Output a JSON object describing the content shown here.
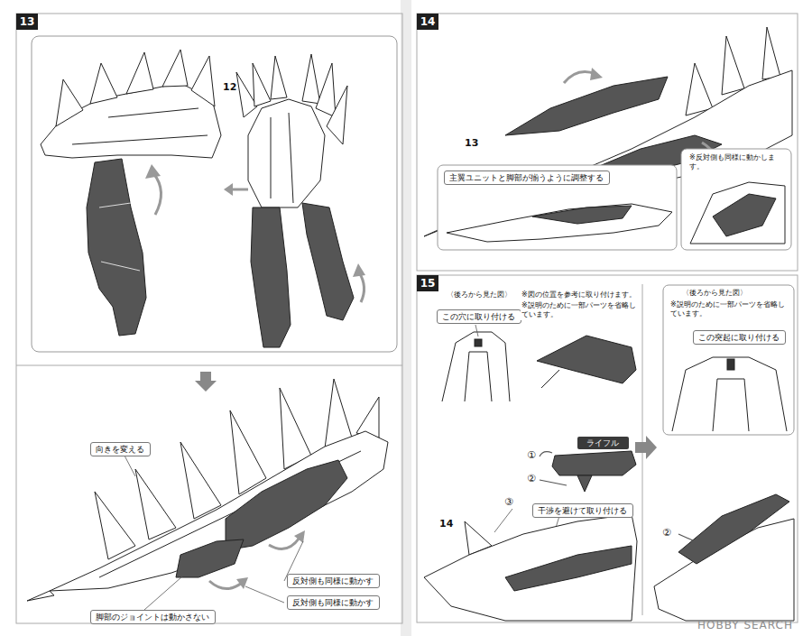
{
  "diagram": {
    "nodes": [
      {
        "text": [
          "13"
        ]
      },
      {
        "text": [
          "向きを変える"
        ]
      },
      {
        "text": [
          "反対側も同様に動かす"
        ]
      },
      {
        "text": [
          "反対側も同様に動かす"
        ]
      },
      {
        "text": [
          "脚部のジョイントは動かさない"
        ]
      },
      {
        "text": [
          "14"
        ]
      },
      {
        "text": [
          "主翼ユニットと脚部が揃うように調整する"
        ]
      },
      {
        "text": [
          "15"
        ]
      },
      {
        "text": [
          "この穴に取り付ける"
        ]
      },
      {
        "text": [
          "ライフル"
        ]
      },
      {
        "text": [
          "干渉を避けて取り付ける"
        ]
      },
      {
        "text": [
          "この突起に取り付ける"
        ]
      }
    ],
    "labels": [
      "12",
      "13",
      "※反対側も同様に動かします。",
      "〈後ろから見た図〉",
      "※図の位置を参考に取り付けます。",
      "※説明のために一部パーツを省略しています。",
      "①",
      "②",
      "③",
      "14",
      "〈後ろから見た図〉",
      "※説明のために一部パーツを省略しています。",
      "②",
      "HOBBY SEARCH"
    ]
  }
}
